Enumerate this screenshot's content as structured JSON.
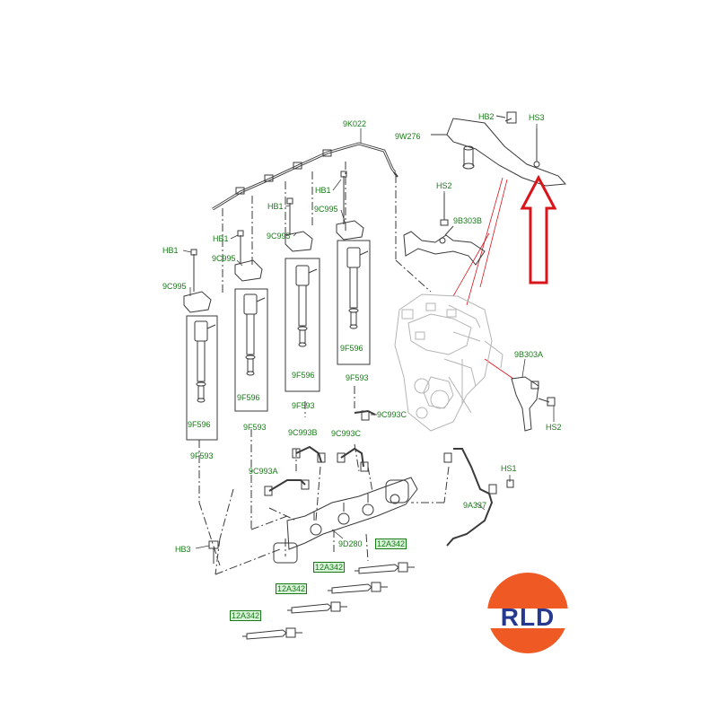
{
  "labels": {
    "l_9k022": "9K022",
    "l_9w276": "9W276",
    "l_hb2": "HB2",
    "l_hs3": "HS3",
    "l_hs2a": "HS2",
    "l_9b303b": "9B303B",
    "l_hb1_a": "HB1",
    "l_9c995_a": "9C995",
    "l_hb1_b": "HB1",
    "l_9c995_b": "9C995",
    "l_hb1_c": "HB1",
    "l_9c995_c": "9C995",
    "l_hb1_d": "HB1",
    "l_9c995_d": "9C995",
    "l_9f596_a": "9F596",
    "l_9f596_b": "9F596",
    "l_9f596_c": "9F596",
    "l_9f596_d": "9F596",
    "l_9f593_a": "9F593",
    "l_9f593_b": "9F593",
    "l_9f593_c": "9F593",
    "l_9f593_d": "9F593",
    "l_9b303a": "9B303A",
    "l_hs2b": "HS2",
    "l_9c993c_a": "9C993C",
    "l_9c993b": "9C993B",
    "l_9c993c_b": "9C993C",
    "l_9c993a": "9C993A",
    "l_hs1": "HS1",
    "l_9a337": "9A337",
    "l_9d280": "9D280",
    "l_hb3": "HB3",
    "l_12a342_a": "12A342",
    "l_12a342_b": "12A342",
    "l_12a342_c": "12A342",
    "l_12a342_d": "12A342"
  },
  "logo": {
    "text": "RLD"
  },
  "colors": {
    "label": "#1a7a1a",
    "label_box_fill": "#d8f2d8",
    "line": "#3a3a3a",
    "arrow": "#d9141b",
    "logo_orange": "#ef5a24",
    "logo_blue": "#27388f"
  }
}
